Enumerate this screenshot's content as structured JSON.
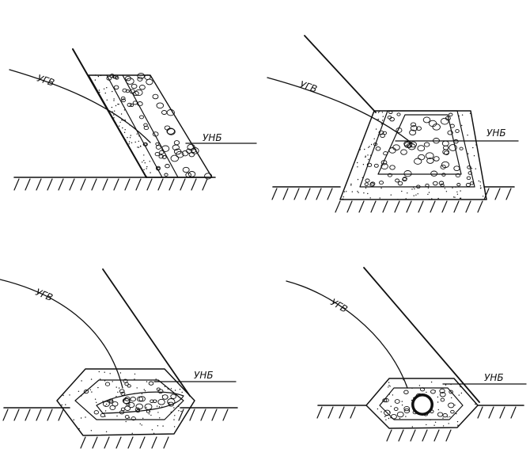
{
  "panels": [
    {
      "id": "a",
      "ugv_label": "УГВ",
      "unb_label": "УНБ"
    },
    {
      "id": "b",
      "ugv_label": "УГВ",
      "unb_label": "УНБ"
    },
    {
      "id": "c",
      "ugv_label": "УГВ",
      "unb_label": "УНБ"
    },
    {
      "id": "d",
      "ugv_label": "УГВ",
      "unb_label": "УНБ"
    }
  ],
  "colors": {
    "ink": "#111111",
    "paper": "#ffffff"
  }
}
